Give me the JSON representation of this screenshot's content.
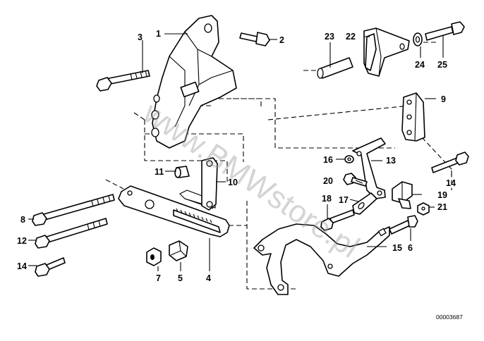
{
  "diagram": {
    "doc_number": "00003687",
    "watermark": "www.BMWstore.pl",
    "callouts": {
      "c1": "1",
      "c2": "2",
      "c3": "3",
      "c4": "4",
      "c5": "5",
      "c6": "6",
      "c7": "7",
      "c8": "8",
      "c9": "9",
      "c10": "10",
      "c11": "11",
      "c12": "12",
      "c13": "13",
      "c14a": "14",
      "c14b": "14",
      "c15": "15",
      "c16": "16",
      "c17": "17",
      "c18": "18",
      "c19": "19",
      "c20": "20",
      "c21": "21",
      "c22": "22",
      "c23": "23",
      "c24": "24",
      "c25": "25"
    }
  }
}
